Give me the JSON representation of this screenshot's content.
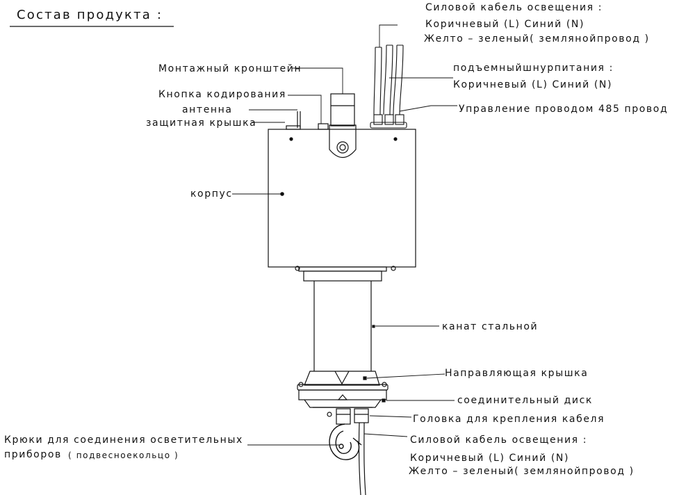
{
  "title": "Состав продукта :",
  "labels": {
    "power_cable_top": "Силовой кабель освещения :",
    "power_cable_top_ln": "Коричневый (L)   Синий (N)",
    "power_cable_top_ground": "Желто – зеленый( землянойпровод )",
    "lift_cord": "подъемныйшнурпитания :",
    "lift_cord_ln": "Коричневый (L)   Синий (N)",
    "control_485": "Управление проводом 485 провод",
    "mounting_bracket": "Монтажный кронштейн",
    "coding_button": "Кнопка кодирования",
    "antenna": "антенна",
    "protective_cover": "защитная крышка",
    "housing": "корпус",
    "steel_rope": "канат стальной",
    "guide_cover": "Направляющая крышка",
    "connecting_disc": "соединительный диск",
    "cable_head": "Головка для крепления кабеля",
    "power_cable_bottom": "Силовой кабель освещения :",
    "power_cable_bottom_ln": "Коричневый (L)   Синий (N)",
    "power_cable_bottom_ground": "Желто – зеленый( землянойпровод )",
    "hooks_line1": "Крюки для соединения осветительных",
    "hooks_line2": "приборов",
    "hooks_note": "( подвесноекольцо )"
  }
}
